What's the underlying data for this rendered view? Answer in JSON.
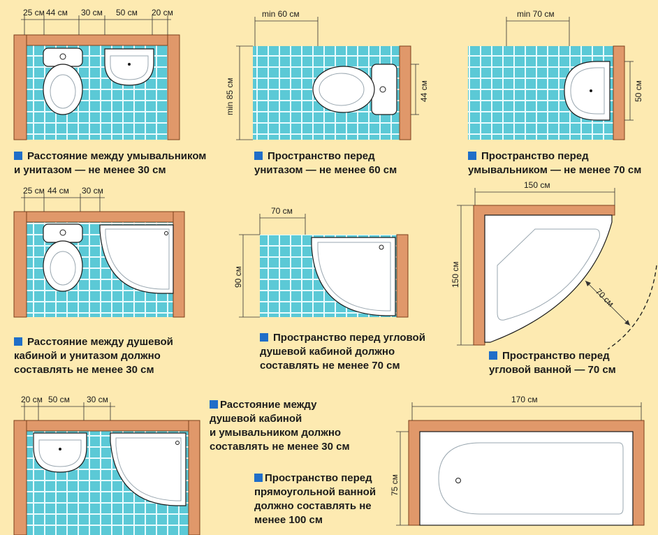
{
  "dims": {
    "d1": [
      "25 см",
      "44 см",
      "30 см",
      "50 см",
      "20 см"
    ],
    "d2_top": "min 60 см",
    "d2_left": "min 85 см",
    "d2_right": "44 см",
    "d3_top": "min 70 см",
    "d3_right": "50 см",
    "d4": [
      "25 см",
      "44 см",
      "30 см"
    ],
    "d5_top": "70 см",
    "d5_left": "90 см",
    "d6_top": "150 см",
    "d6_left": "150 см",
    "d6_diag": "70 см",
    "d7": [
      "20 см",
      "50 см",
      "30 см"
    ],
    "d8_top": "170 см",
    "d8_left": "75 см"
  },
  "captions": {
    "c1": [
      "Расстояние между умывальником",
      "и унитазом — не менее 30 см"
    ],
    "c2": [
      "Пространство перед",
      "унитазом — не менее 60 см"
    ],
    "c3": [
      "Пространство перед",
      "умывальником — не менее 70 см"
    ],
    "c4": [
      "Расстояние между душевой",
      "кабиной и унитазом должно",
      "составлять не менее 30 см"
    ],
    "c5": [
      "Пространство перед угловой",
      "душевой кабиной должно",
      "составлять не менее 70 см"
    ],
    "c6": [
      "Пространство перед",
      "угловой ванной — 70 см"
    ],
    "c7": [
      "Расстояние между",
      "душевой кабиной",
      "и умывальником должно",
      "составлять не менее 30 см"
    ],
    "c8": [
      "Пространство перед",
      "прямоугольной ванной",
      "должно составлять не",
      "менее 100 см"
    ]
  },
  "colors": {
    "background": "#fdeab1",
    "tile": "#5bc9d6",
    "grout": "#e8fbfd",
    "wall": "#e0986a",
    "bullet": "#1f6ec8"
  }
}
